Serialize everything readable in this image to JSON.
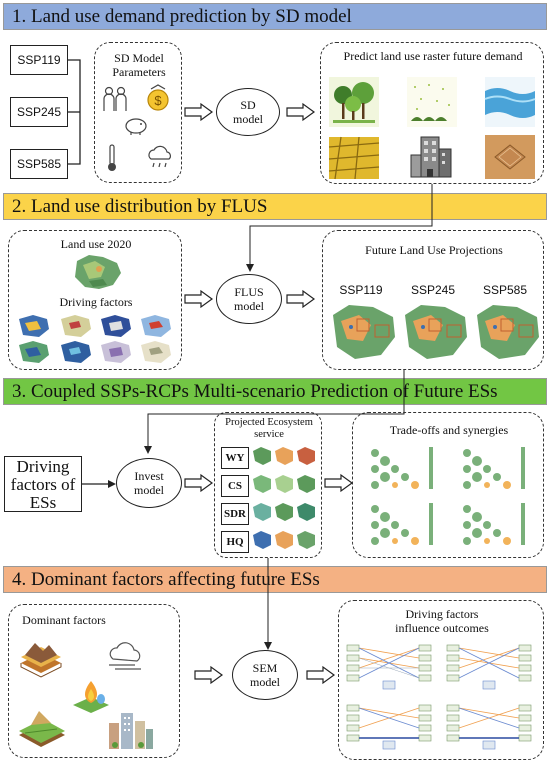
{
  "sections": [
    {
      "title": "1. Land use demand prediction by SD model",
      "color": "#8eaadb"
    },
    {
      "title": "2. Land use distribution by FLUS",
      "color": "#fbd349"
    },
    {
      "title": "3. Coupled SSPs-RCPs Multi-scenario Prediction of Future ESs",
      "color": "#72c644"
    },
    {
      "title": "4.  Dominant factors affecting future ESs",
      "color": "#f4b183"
    }
  ],
  "scenarios": [
    "SSP119",
    "SSP245",
    "SSP585"
  ],
  "sd_params": {
    "title": "SD Model\nParameters",
    "icons": [
      "people-icon",
      "dollar-coin-icon",
      "piggy-bank-icon",
      "thermometer-icon",
      "rain-cloud-icon"
    ]
  },
  "sd_model": "SD\nmodel",
  "predict_title": "Predict land use raster future demand",
  "land_types": [
    "forest-icon",
    "grassland-icon",
    "water-icon",
    "farmland-icon",
    "building-icon",
    "bare-land-icon"
  ],
  "landuse2020": "Land use 2020",
  "driving_factors": "Driving factors",
  "flus_model": "FLUS\nmodel",
  "future_title": "Future Land Use Projections",
  "driving_es": "Driving\nfactors of\nESs",
  "invest_model": "Invest\nmodel",
  "projected_title": "Projected Ecosystem\nservice",
  "es_labels": [
    "WY",
    "CS",
    "SDR",
    "HQ"
  ],
  "tradeoff_title": "Trade-offs and synergies",
  "dominant_title": "Dominant factors",
  "dominant_icons": [
    "terrain-layers-icon",
    "cloud-wind-icon",
    "fire-water-icon",
    "farm-land-icon",
    "city-icon"
  ],
  "sem_model": "SEM\nmodel",
  "outcome_title": "Driving factors\ninfluence outcomes",
  "colors": {
    "map_green": "#5c9a5b",
    "map_orange": "#e8a25a",
    "map_blue": "#3e6fb0"
  }
}
